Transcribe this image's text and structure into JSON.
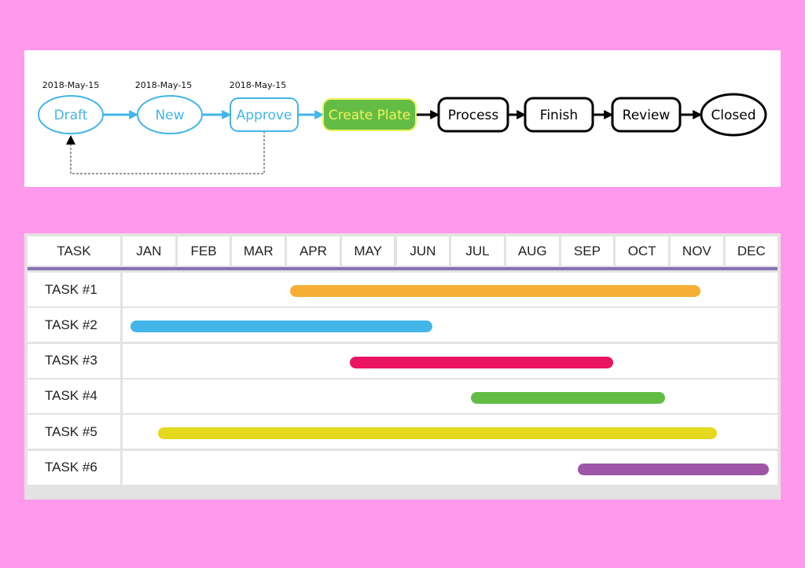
{
  "workflow": {
    "steps": [
      {
        "label": "Draft",
        "date": "2018-May-15",
        "state": "past"
      },
      {
        "label": "New",
        "date": "2018-May-15",
        "state": "past"
      },
      {
        "label": "Approve",
        "date": "2018-May-15",
        "state": "past"
      },
      {
        "label": "Create Plate",
        "date": "",
        "state": "current"
      },
      {
        "label": "Process",
        "date": "",
        "state": "future"
      },
      {
        "label": "Finish",
        "date": "",
        "state": "future"
      },
      {
        "label": "Review",
        "date": "",
        "state": "future"
      },
      {
        "label": "Closed",
        "date": "",
        "state": "future"
      }
    ],
    "loop_back": {
      "from": "Approve",
      "to": "Draft"
    }
  },
  "gantt": {
    "header_task": "TASK",
    "months": [
      "JAN",
      "FEB",
      "MAR",
      "APR",
      "MAY",
      "JUN",
      "JUL",
      "AUG",
      "SEP",
      "OCT",
      "NOV",
      "DEC"
    ],
    "tasks": [
      {
        "label": "TASK #1",
        "start": 3.05,
        "end": 10.55,
        "color": "#f5ae34"
      },
      {
        "label": "TASK #2",
        "start": 0.15,
        "end": 5.65,
        "color": "#43b5e8"
      },
      {
        "label": "TASK #3",
        "start": 4.15,
        "end": 8.95,
        "color": "#ea1461"
      },
      {
        "label": "TASK #4",
        "start": 6.35,
        "end": 9.9,
        "color": "#63bd45"
      },
      {
        "label": "TASK #5",
        "start": 0.65,
        "end": 10.85,
        "color": "#e6d81e"
      },
      {
        "label": "TASK #6",
        "start": 8.3,
        "end": 11.8,
        "color": "#9d55a7"
      }
    ]
  },
  "colors": {
    "background": "#ff99ec",
    "past_step": "#43b5e8",
    "current_step_fill": "#63bd45",
    "current_step_border": "#f0f25a",
    "current_step_text": "#f0f25a",
    "future_step": "#000000",
    "header_divider": "#8672b5"
  }
}
